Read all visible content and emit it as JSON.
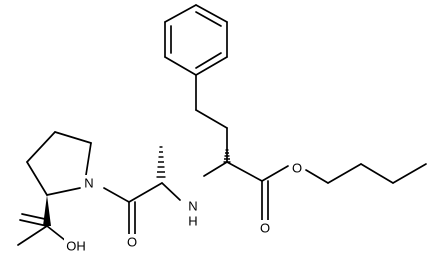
{
  "labels": {
    "n_ring": "N",
    "nh": "N",
    "h": "H",
    "o_carbonyl": "O",
    "o_ester_carbonyl": "O",
    "o_ester": "O",
    "oh": "OH"
  }
}
